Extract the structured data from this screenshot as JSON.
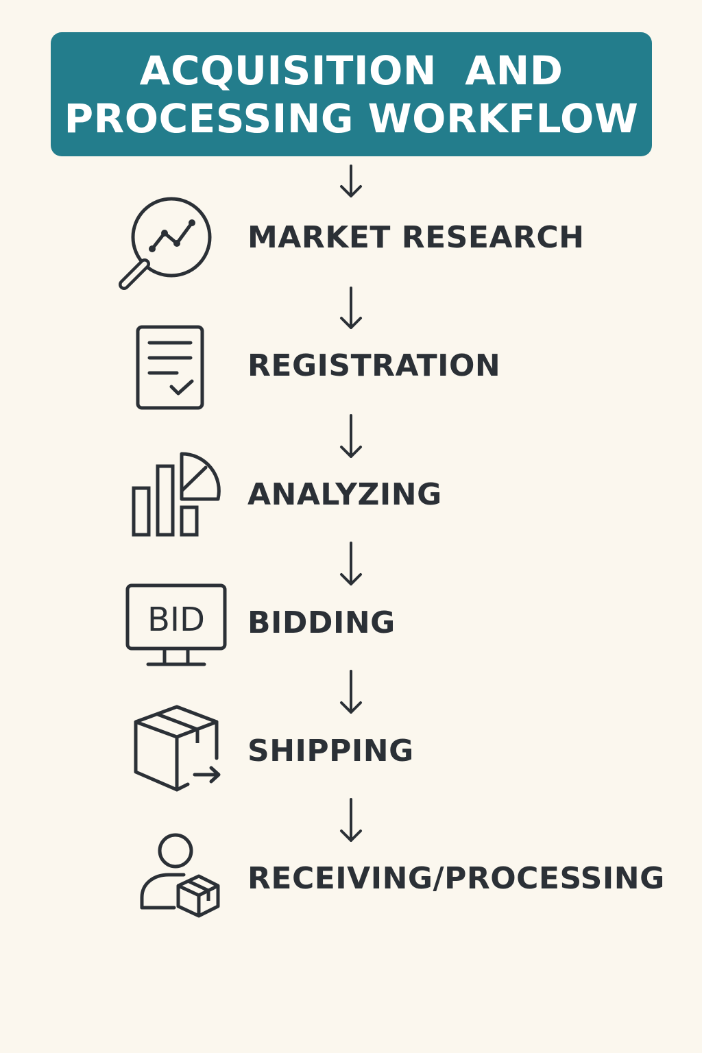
{
  "title": {
    "line1": "ACQUISITION  AND",
    "line2": "PROCESSING WORKFLOW"
  },
  "steps": [
    {
      "label": "MARKET RESEARCH",
      "icon": "magnifier-trend-icon"
    },
    {
      "label": "REGISTRATION",
      "icon": "checklist-document-icon"
    },
    {
      "label": "ANALYZING",
      "icon": "bar-pie-chart-icon"
    },
    {
      "label": "BIDDING",
      "icon": "monitor-bid-icon",
      "icon_text": "BID"
    },
    {
      "label": "SHIPPING",
      "icon": "box-arrow-icon"
    },
    {
      "label": "RECEIVING/PROCESSING",
      "icon": "person-box-icon"
    }
  ],
  "colors": {
    "background": "#fbf7ee",
    "banner": "#237d8c",
    "text": "#2b3036",
    "title_text": "#ffffff"
  }
}
